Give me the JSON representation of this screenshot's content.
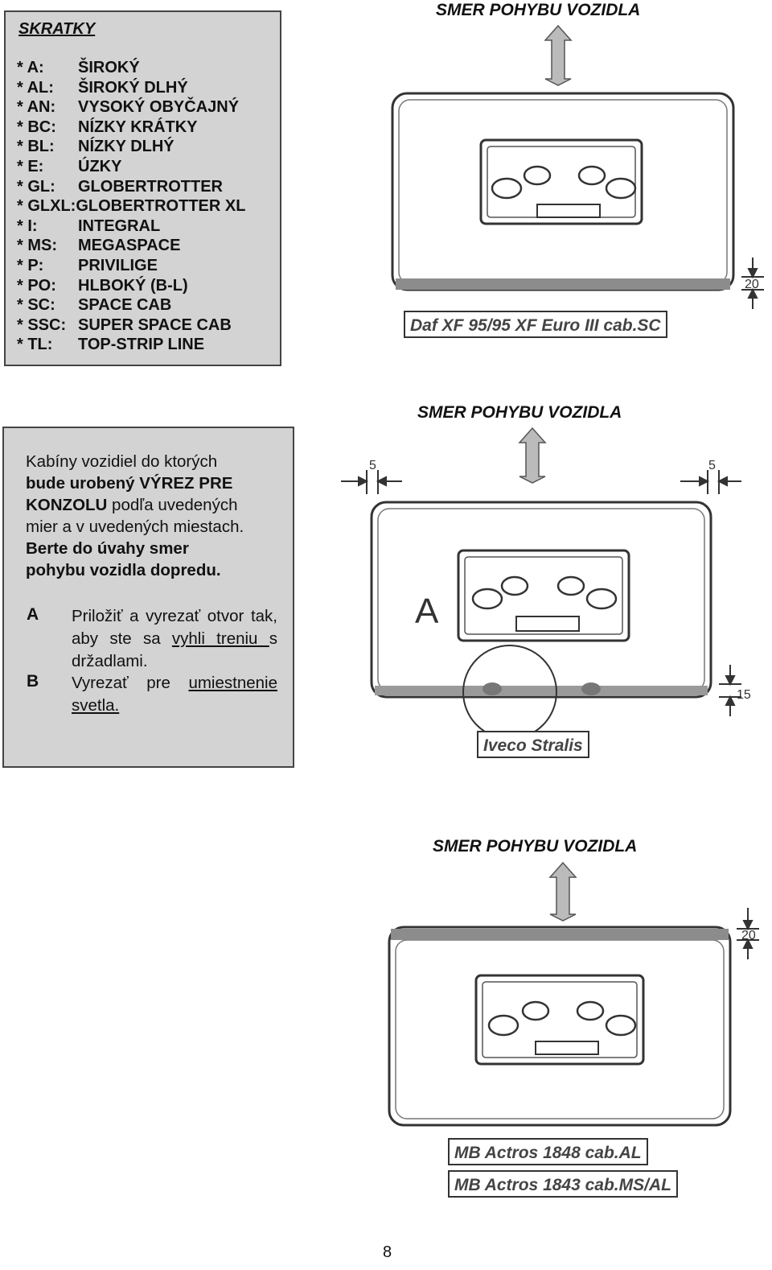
{
  "abbreviations": {
    "title": "SKRATKY",
    "items": [
      {
        "code": "* A:",
        "meaning": "ŠIROKÝ"
      },
      {
        "code": "* AL:",
        "meaning": "ŠIROKÝ DLHÝ"
      },
      {
        "code": "* AN:",
        "meaning": "VYSOKÝ OBYČAJNÝ"
      },
      {
        "code": "* BC:",
        "meaning": "NÍZKY KRÁTKY"
      },
      {
        "code": "* BL:",
        "meaning": "NÍZKY DLHÝ"
      },
      {
        "code": "* E:",
        "meaning": "ÚZKY"
      },
      {
        "code": "* GL:",
        "meaning": "GLOBERTROTTER"
      },
      {
        "code": "* GLXL:",
        "meaning": "GLOBERTROTTER XL"
      },
      {
        "code": "* I:",
        "meaning": "INTEGRAL"
      },
      {
        "code": "* MS:",
        "meaning": "MEGASPACE"
      },
      {
        "code": "* P:",
        "meaning": "PRIVILIGE"
      },
      {
        "code": "* PO:",
        "meaning": "HLBOKÝ (B-L)"
      },
      {
        "code": "* SC:",
        "meaning": "SPACE CAB"
      },
      {
        "code": "* SSC:",
        "meaning": "SUPER SPACE CAB"
      },
      {
        "code": "* TL:",
        "meaning": "TOP-STRIP LINE"
      }
    ]
  },
  "instructions": {
    "p1": "Kabíny vozidiel do ktorých",
    "p2": "bude urobený VÝREZ PRE",
    "p3a": "KONZOLU",
    "p3b": " podľa uvedených",
    "p4": "mier a v uvedených miestach.",
    "p5": "Berte do úvahy smer",
    "p6": "pohybu vozidla dopredu.",
    "item_a_letter": "A",
    "item_a_text1": "Priložiť a vyrezať otvor tak, aby ste sa ",
    "item_a_text_u1": "vyhli treniu ",
    "item_a_text2": "s držadlami.",
    "item_b_letter": "B",
    "item_b_text1": "Vyrezať pre ",
    "item_b_text_u": "umiestnenie svetla."
  },
  "diagrams": {
    "direction_label": "SMER POHYBU VOZIDLA",
    "daf": {
      "label": "Daf XF 95/95 XF Euro III cab.SC",
      "dim_bottom": "20"
    },
    "iveco": {
      "label": "Iveco Stralis",
      "dim_left": "5",
      "dim_right": "5",
      "dim_bottom": "15",
      "marker": "A"
    },
    "mb": {
      "labels": [
        "MB Actros 1848 cab.AL",
        "MB Actros 1843 cab.MS/AL"
      ],
      "dim_top": "20"
    }
  },
  "page_number": "8"
}
